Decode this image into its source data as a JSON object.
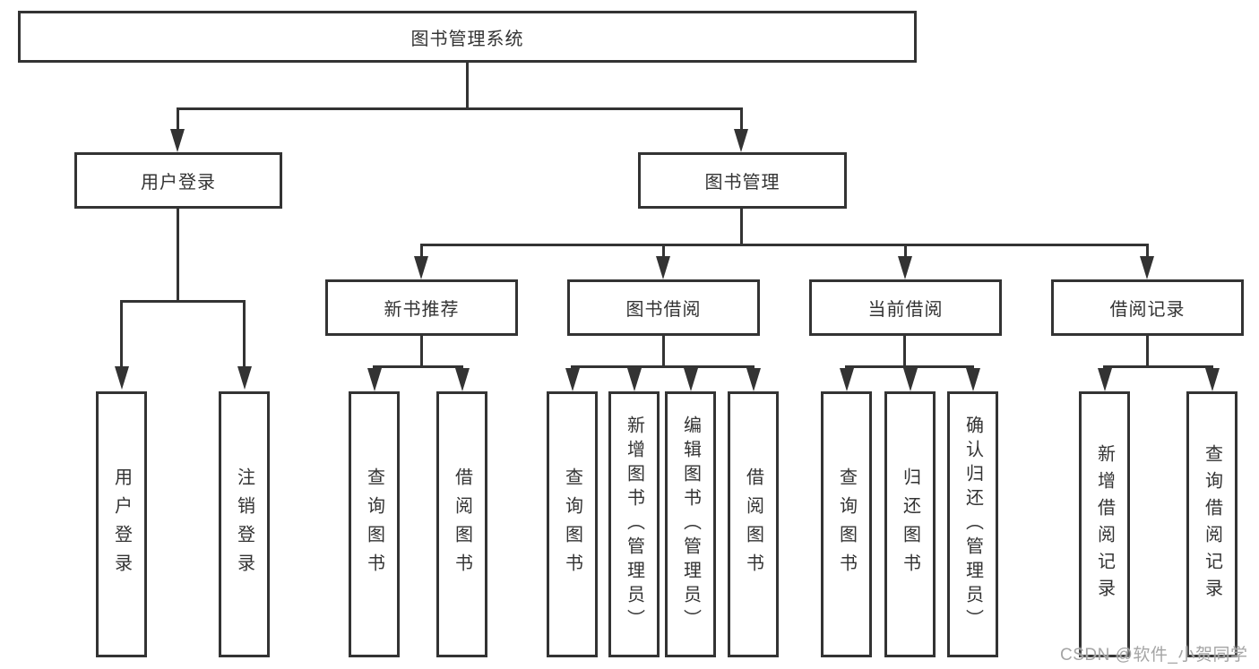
{
  "root": {
    "label": "图书管理系统"
  },
  "level2": {
    "user_login": {
      "label": "用户登录"
    },
    "book_mgmt": {
      "label": "图书管理"
    }
  },
  "level3": {
    "new_books": {
      "label": "新书推荐"
    },
    "borrowing": {
      "label": "图书借阅"
    },
    "current": {
      "label": "当前借阅"
    },
    "records": {
      "label": "借阅记录"
    }
  },
  "leaves": {
    "user_login": {
      "label": "用户登录"
    },
    "logout": {
      "label": "注销登录"
    },
    "nb_query": {
      "label": "查询图书"
    },
    "nb_borrow": {
      "label": "借阅图书"
    },
    "bw_query": {
      "label": "查询图书"
    },
    "bw_add": {
      "label": "新增图书（管理员）"
    },
    "bw_edit": {
      "label": "编辑图书（管理员）"
    },
    "bw_borrow": {
      "label": "借阅图书"
    },
    "cur_query": {
      "label": "查询图书"
    },
    "cur_return": {
      "label": "归还图书"
    },
    "cur_confirm": {
      "label": "确认归还（管理员）"
    },
    "rec_add": {
      "label": "新增借阅记录"
    },
    "rec_query": {
      "label": "查询借阅记录"
    }
  },
  "watermark": {
    "text": "CSDN @软件_小贺同学"
  },
  "colors": {
    "line": "#333333",
    "text": "#333333",
    "watermark": "#a5a5a5",
    "background": "#ffffff"
  }
}
